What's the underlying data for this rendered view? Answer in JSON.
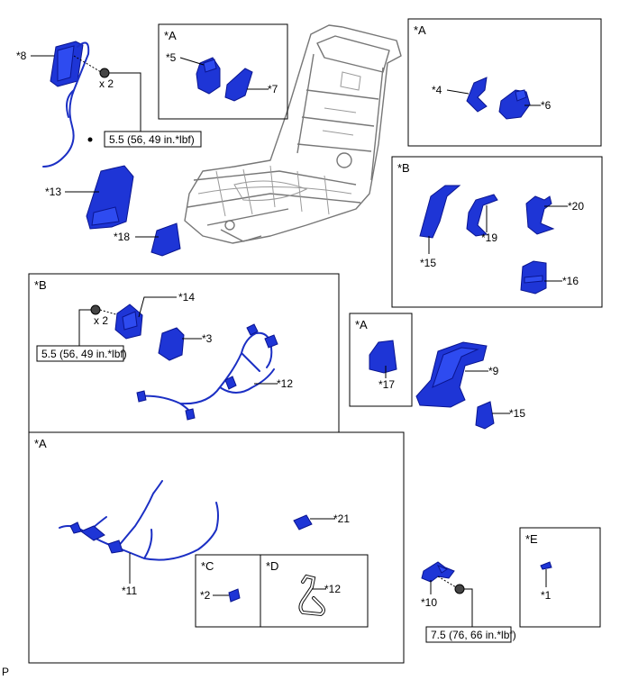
{
  "boxes": {
    "a1": "*A",
    "a2": "*A",
    "b1": "*B",
    "b2": "*B",
    "a3": "*A",
    "a4": "*A",
    "c": "*C",
    "d": "*D",
    "e": "*E"
  },
  "callouts": {
    "p8": "*8",
    "p5": "*5",
    "p7": "*7",
    "p4": "*4",
    "p6": "*6",
    "p13": "*13",
    "p18": "*18",
    "p15a": "*15",
    "p19": "*19",
    "p20": "*20",
    "p16": "*16",
    "p14": "*14",
    "p3": "*3",
    "p12a": "*12",
    "p17": "*17",
    "p9": "*9",
    "p15b": "*15",
    "p11": "*11",
    "p21": "*21",
    "p2": "*2",
    "p12b": "*12",
    "p10": "*10",
    "p1": "*1"
  },
  "quantities": {
    "q1": "x 2",
    "q2": "x 2"
  },
  "torques": {
    "t1": "5.5 (56, 49 in.*lbf)",
    "t2": "5.5 (56, 49 in.*lbf)",
    "t3": "7.5 (76, 66 in.*lbf)"
  },
  "footer": {
    "code": "P"
  },
  "colors": {
    "part": "#1e35d6",
    "frame": "#777777"
  }
}
